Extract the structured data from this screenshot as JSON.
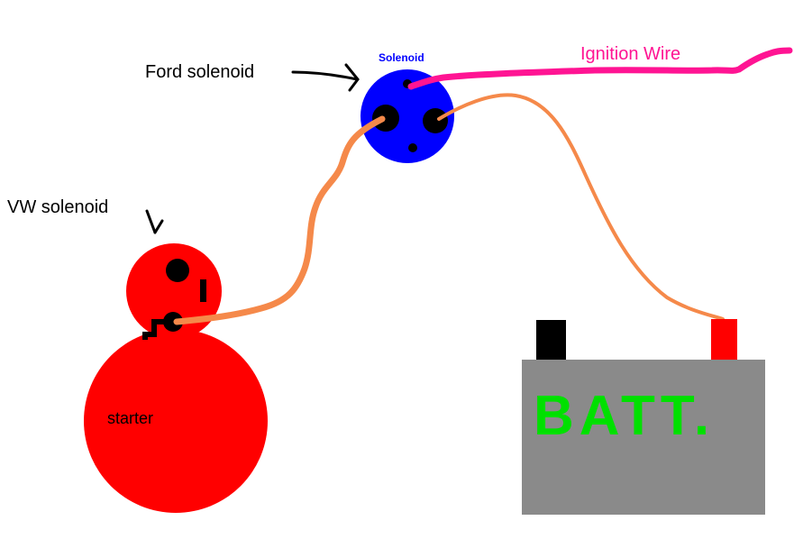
{
  "labels": {
    "ford_solenoid": "Ford solenoid",
    "vw_solenoid": "VW solenoid",
    "solenoid": "Solenoid",
    "ignition_wire": "Ignition Wire",
    "starter": "starter",
    "battery": "BATT."
  },
  "colors": {
    "background": "#ffffff",
    "solenoid_blue": "#0000ff",
    "starter_red": "#ff0000",
    "wire_orange": "#f5894a",
    "ignition_pink": "#ff1493",
    "battery_gray": "#8a8a8a",
    "battery_text": "#00e000",
    "terminal_black": "#000000",
    "terminal_red": "#ff0000"
  },
  "icons": [
    "arrow-icon"
  ]
}
